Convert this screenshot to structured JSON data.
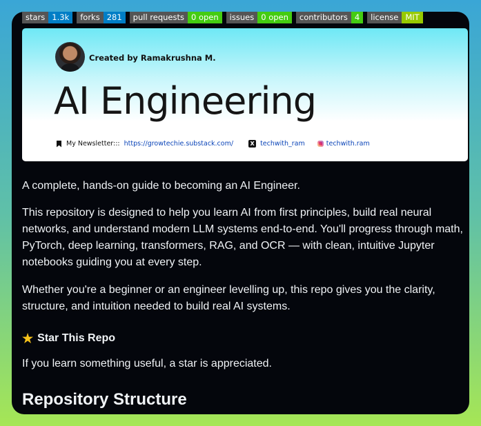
{
  "badges": [
    {
      "key": "stars",
      "value": "1.3k",
      "color": "#007ec6"
    },
    {
      "key": "forks",
      "value": "281",
      "color": "#007ec6"
    },
    {
      "key": "pull requests",
      "value": "0 open",
      "color": "#44cc11"
    },
    {
      "key": "issues",
      "value": "0 open",
      "color": "#44cc11"
    },
    {
      "key": "contributors",
      "value": "4",
      "color": "#44cc11"
    },
    {
      "key": "license",
      "value": "MIT",
      "color": "#97ca00"
    }
  ],
  "banner": {
    "created_by": "Created by Ramakrushna M.",
    "title": "AI Engineering",
    "newsletter_label": "My Newsletter:::",
    "newsletter_url": "https://growtechie.substack.com/",
    "x_handle": "techwith_ram",
    "instagram_handle": "techwith.ram"
  },
  "content": {
    "intro": "A complete, hands-on guide to becoming an AI Engineer.",
    "description": "This repository is designed to help you learn AI from first principles, build real neural networks, and understand modern LLM systems end-to-end. You'll progress through math, PyTorch, deep learning, transformers, RAG, and OCR — with clean, intuitive Jupyter notebooks guiding you at every step.",
    "audience": "Whether you're a beginner or an engineer levelling up, this repo gives you the clarity, structure, and intuition needed to build real AI systems.",
    "star_heading": "Star This Repo",
    "star_text": "If you learn something useful, a star is appreciated.",
    "structure_heading": "Repository Structure"
  },
  "icons": {
    "star": "star-icon",
    "bookmark": "bookmark-icon",
    "x": "x-logo-icon",
    "instagram": "instagram-icon"
  }
}
